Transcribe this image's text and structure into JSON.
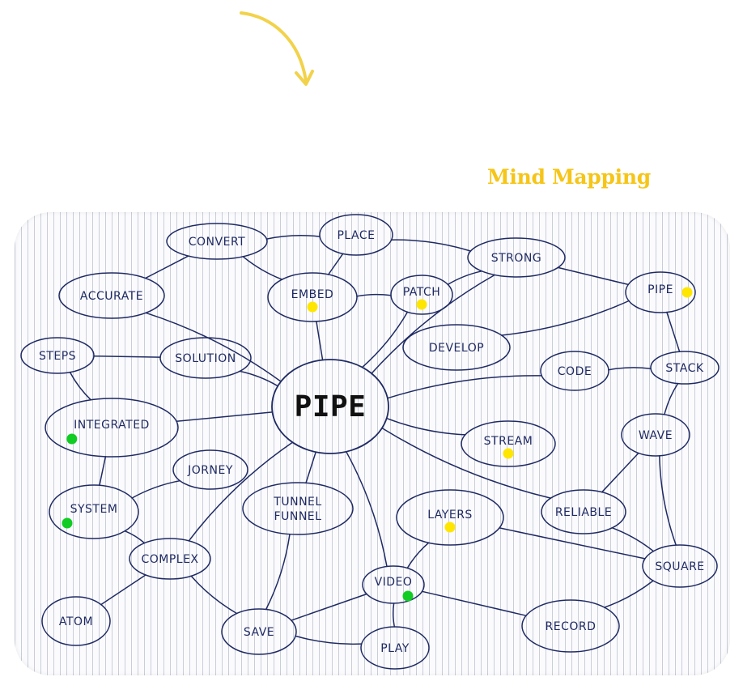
{
  "title": "Mind Mapping",
  "colors": {
    "title": "#f5c518",
    "arrow": "#f2d24a",
    "ink": "#1f2a63",
    "center_ink": "#111111",
    "dot_yellow": "#ffe600",
    "dot_green": "#11cc22"
  },
  "nodes": [
    {
      "id": "pipe_center",
      "label": "PIPE"
    },
    {
      "id": "convert",
      "label": "CONVERT"
    },
    {
      "id": "place",
      "label": "PLACE"
    },
    {
      "id": "strong",
      "label": "STRONG"
    },
    {
      "id": "accurate",
      "label": "ACCURATE"
    },
    {
      "id": "embed",
      "label": "EMBED",
      "dot": "yellow"
    },
    {
      "id": "patch",
      "label": "PATCH",
      "dot": "yellow"
    },
    {
      "id": "pipe_right",
      "label": "PIPE",
      "dot": "yellow"
    },
    {
      "id": "steps",
      "label": "STEPS"
    },
    {
      "id": "solution",
      "label": "SOLUTION"
    },
    {
      "id": "develop",
      "label": "DEVELOP"
    },
    {
      "id": "code",
      "label": "CODE"
    },
    {
      "id": "stack",
      "label": "STACK"
    },
    {
      "id": "integrated",
      "label": "INTEGRATED",
      "dot": "green"
    },
    {
      "id": "stream",
      "label": "STREAM",
      "dot": "yellow"
    },
    {
      "id": "wave",
      "label": "WAVE"
    },
    {
      "id": "journey",
      "label": "JORNEY"
    },
    {
      "id": "tunnel",
      "label": "TUNNEL FUNNEL"
    },
    {
      "id": "system",
      "label": "SYSTEM",
      "dot": "green"
    },
    {
      "id": "layers",
      "label": "LAYERS",
      "dot": "yellow"
    },
    {
      "id": "reliable",
      "label": "RELIABLE"
    },
    {
      "id": "complex",
      "label": "COMPLEX"
    },
    {
      "id": "video",
      "label": "VIDEO",
      "dot": "green"
    },
    {
      "id": "square",
      "label": "SQUARE"
    },
    {
      "id": "atom",
      "label": "ATOM"
    },
    {
      "id": "save",
      "label": "SAVE"
    },
    {
      "id": "play",
      "label": "PLAY"
    },
    {
      "id": "record",
      "label": "RECORD"
    }
  ],
  "edges": [
    [
      "convert",
      "place"
    ],
    [
      "convert",
      "accurate"
    ],
    [
      "convert",
      "embed"
    ],
    [
      "place",
      "strong"
    ],
    [
      "place",
      "embed"
    ],
    [
      "patch",
      "embed"
    ],
    [
      "patch",
      "strong"
    ],
    [
      "strong",
      "pipe_right"
    ],
    [
      "develop",
      "pipe_right"
    ],
    [
      "accurate",
      "pipe_center"
    ],
    [
      "embed",
      "pipe_center"
    ],
    [
      "strong",
      "pipe_center"
    ],
    [
      "patch",
      "pipe_center"
    ],
    [
      "steps",
      "solution"
    ],
    [
      "steps",
      "integrated"
    ],
    [
      "solution",
      "pipe_center"
    ],
    [
      "integrated",
      "pipe_center"
    ],
    [
      "code",
      "pipe_center"
    ],
    [
      "code",
      "stack"
    ],
    [
      "pipe_right",
      "stack"
    ],
    [
      "stack",
      "wave"
    ],
    [
      "stream",
      "pipe_center"
    ],
    [
      "integrated",
      "system"
    ],
    [
      "journey",
      "system"
    ],
    [
      "complex",
      "pipe_center"
    ],
    [
      "tunnel",
      "pipe_center"
    ],
    [
      "video",
      "pipe_center"
    ],
    [
      "reliable",
      "pipe_center"
    ],
    [
      "wave",
      "reliable"
    ],
    [
      "wave",
      "square"
    ],
    [
      "reliable",
      "square"
    ],
    [
      "layers",
      "square"
    ],
    [
      "layers",
      "video"
    ],
    [
      "system",
      "complex"
    ],
    [
      "complex",
      "atom"
    ],
    [
      "complex",
      "save"
    ],
    [
      "tunnel",
      "save"
    ],
    [
      "video",
      "save"
    ],
    [
      "save",
      "play"
    ],
    [
      "play",
      "video"
    ],
    [
      "video",
      "record"
    ],
    [
      "record",
      "square"
    ]
  ]
}
